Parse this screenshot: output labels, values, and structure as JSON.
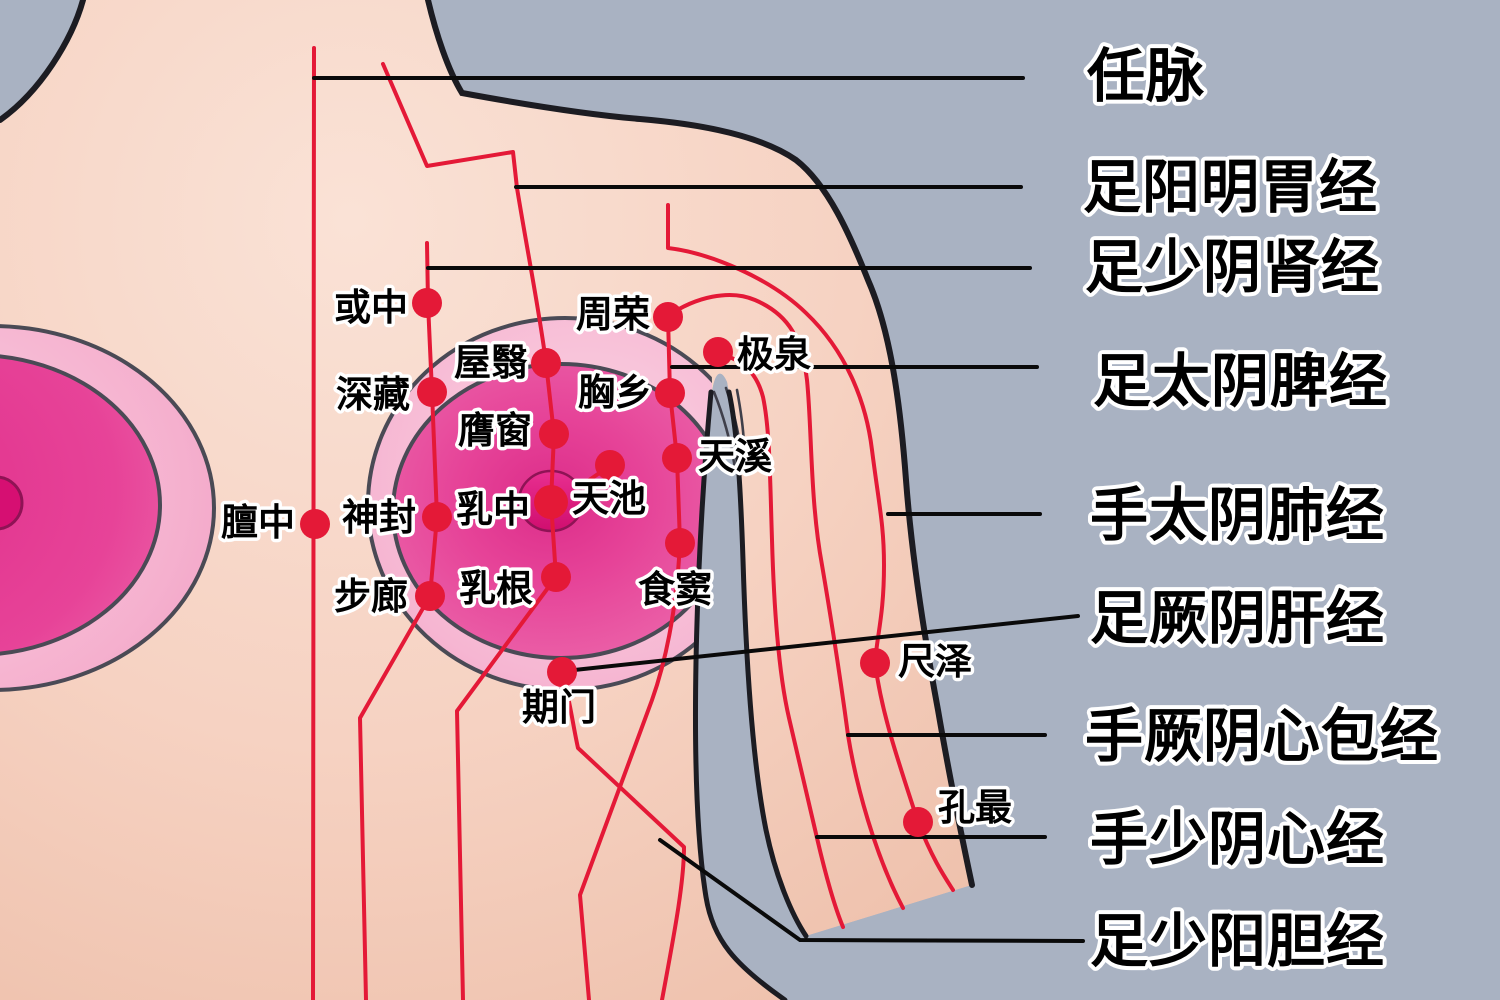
{
  "diagram": {
    "title_implicit": "胸部经络穴位图",
    "meridians": [
      "任脉",
      "足阳明胃经",
      "足少阴肾经",
      "足太阴脾经",
      "手太阴肺经",
      "足厥阴肝经",
      "手厥阴心包经",
      "手少阴心经",
      "足少阳胆经"
    ],
    "acupoints": [
      "或中",
      "深藏",
      "屋翳",
      "膺窗",
      "周荣",
      "极泉",
      "胸乡",
      "天溪",
      "天池",
      "膻中",
      "神封",
      "乳中",
      "步廊",
      "乳根",
      "食窦",
      "期门",
      "尺泽",
      "孔最"
    ],
    "colors": {
      "background": "#a9b2c2",
      "skin": "#f6cfbd",
      "breast_ring": "#f5b3d0",
      "breast_mound": "#e8459b",
      "areola": "#dd1a7c",
      "meridian_red": "#e41937",
      "pointer_black": "#0a0a0a",
      "outline_dark": "#1c1c22"
    }
  }
}
